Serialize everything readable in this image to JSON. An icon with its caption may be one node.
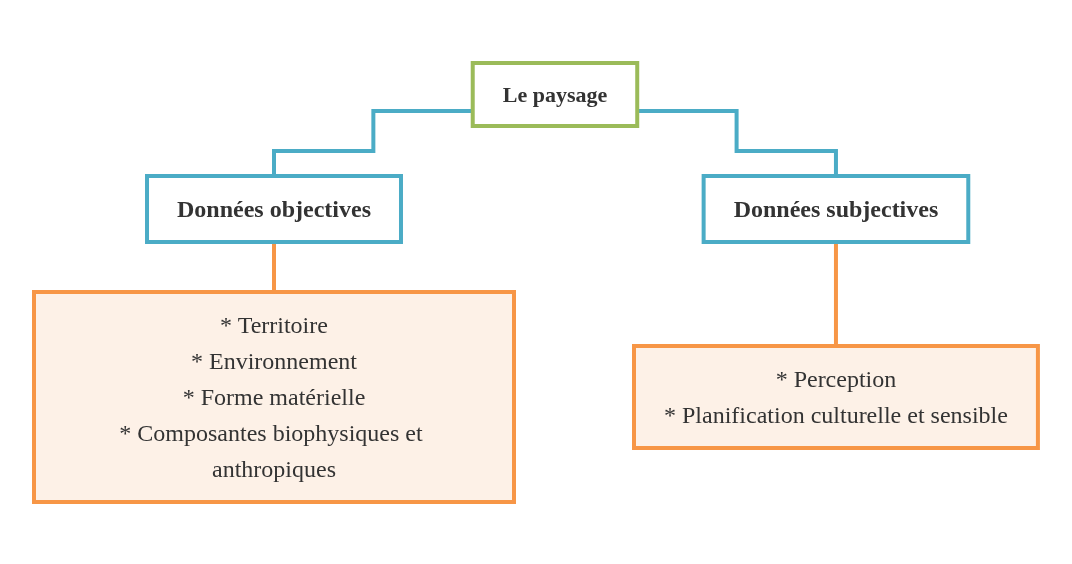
{
  "diagram": {
    "nodes": [
      {
        "text": [
          "Le paysage"
        ]
      },
      {
        "text": [
          "Données objectives"
        ]
      },
      {
        "text": [
          "Données subjectives"
        ]
      },
      {
        "text": [
          "* Territoire",
          "* Environnement",
          "* Forme matérielle",
          "* Composantes biophysiques et anthropiques"
        ]
      },
      {
        "text": [
          "* Perception",
          "* Planification culturelle et sensible"
        ]
      }
    ],
    "edges": [
      {
        "from": 0,
        "to": 1,
        "arrow": "none"
      },
      {
        "from": 0,
        "to": 2,
        "arrow": "none"
      },
      {
        "from": 1,
        "to": 3,
        "arrow": "none",
        "color": "#f79646"
      },
      {
        "from": 2,
        "to": 4,
        "arrow": "none",
        "color": "#f79646"
      }
    ]
  }
}
